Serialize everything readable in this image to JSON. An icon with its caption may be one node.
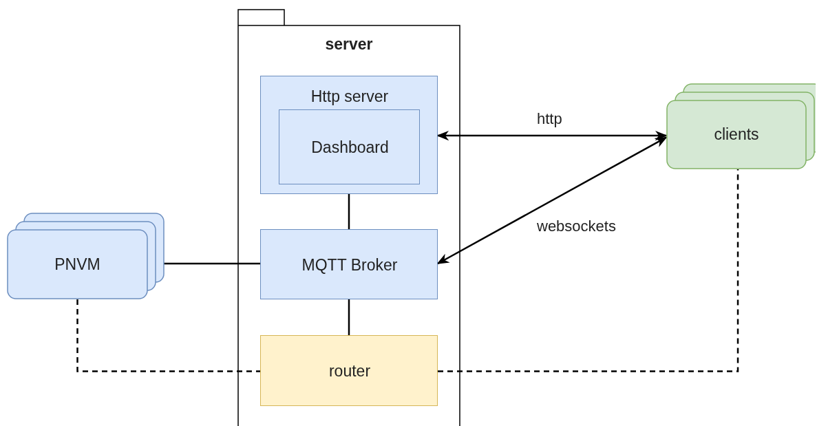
{
  "diagram": {
    "nodes": [
      {
        "text": [
          "server"
        ]
      },
      {
        "text": [
          "Http server"
        ],
        "in": 0
      },
      {
        "text": [
          "Dashboard"
        ],
        "in": 1
      },
      {
        "text": [
          "MQTT Broker"
        ],
        "in": 0
      },
      {
        "text": [
          "router"
        ],
        "in": 0
      },
      {
        "text": [
          "PNVM"
        ]
      },
      {
        "text": [
          "clients"
        ]
      }
    ],
    "edges": [
      {
        "from": 1,
        "to": 3,
        "arrow": "none"
      },
      {
        "from": 3,
        "to": 4,
        "arrow": "none"
      },
      {
        "from": 5,
        "to": 3,
        "arrow": "none"
      },
      {
        "from": 1,
        "to": 6,
        "arrow": "both",
        "label": "http"
      },
      {
        "from": 3,
        "to": 6,
        "arrow": "both",
        "label": "websockets"
      },
      {
        "from": 5,
        "to": 4,
        "arrow": "none",
        "style": "dashed"
      },
      {
        "from": 4,
        "to": 6,
        "arrow": "none",
        "style": "dashed"
      }
    ]
  }
}
